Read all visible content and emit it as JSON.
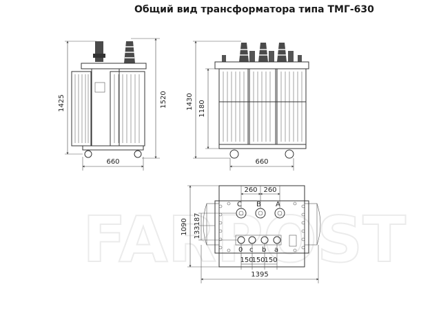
{
  "title": "Общий вид трансформатора типа ТМГ-630",
  "colors": {
    "line": "#333333",
    "bushing": "#4a4a4a",
    "watermark": "#dcdcdc"
  },
  "side_view": {
    "height_body": "1425",
    "height_total": "1520",
    "width": "660"
  },
  "front_view": {
    "height_total": "1430",
    "height_body": "1180",
    "width": "660"
  },
  "top_view": {
    "height": "1090",
    "length": "1395",
    "spacing_hv_1": "260",
    "spacing_hv_2": "260",
    "spacing_lv_1": "150",
    "spacing_lv_2": "150",
    "spacing_lv_3": "150",
    "offset_1": "133",
    "offset_2": "187",
    "hv_labels": [
      "C",
      "B",
      "A"
    ],
    "lv_labels": [
      "0",
      "c",
      "b",
      "a"
    ]
  }
}
